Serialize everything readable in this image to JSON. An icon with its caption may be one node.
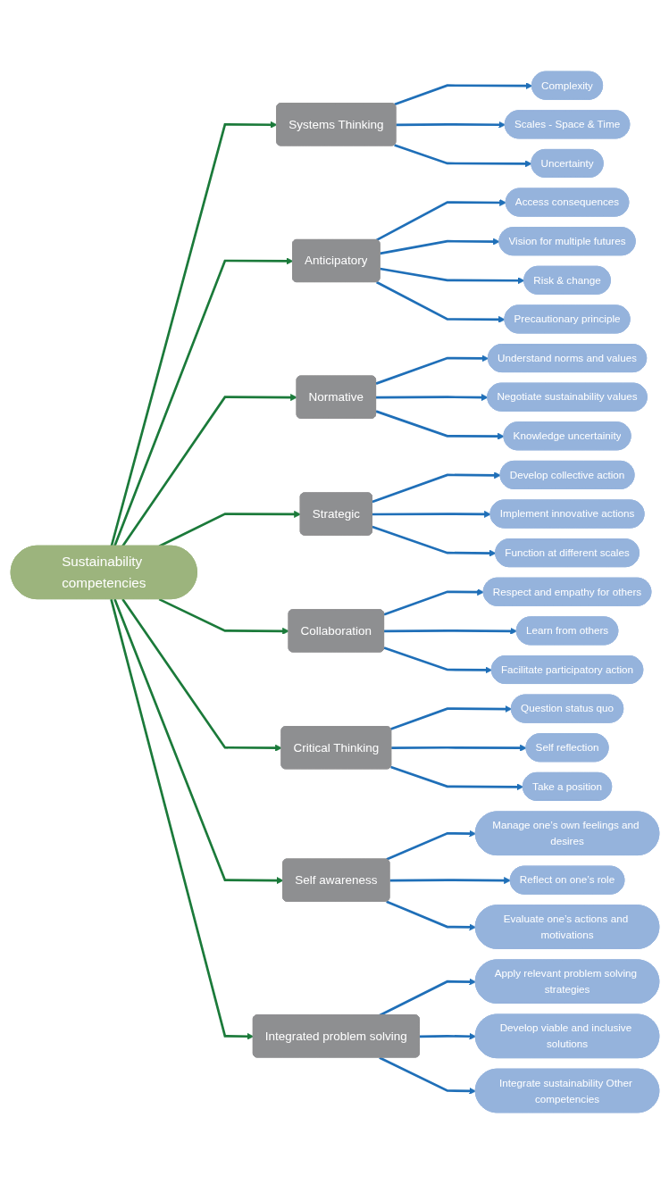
{
  "diagram": {
    "nodes": [
      {
        "text": [
          "Sustainability competencies"
        ]
      },
      {
        "text": [
          "Systems Thinking"
        ]
      },
      {
        "text": [
          "Complexity"
        ]
      },
      {
        "text": [
          "Scales - Space & Time"
        ]
      },
      {
        "text": [
          "Uncertainty"
        ]
      },
      {
        "text": [
          "Anticipatory"
        ]
      },
      {
        "text": [
          "Access consequences"
        ]
      },
      {
        "text": [
          "Vision for multiple futures"
        ]
      },
      {
        "text": [
          "Risk & change"
        ]
      },
      {
        "text": [
          "Precautionary principle"
        ]
      },
      {
        "text": [
          "Normative"
        ]
      },
      {
        "text": [
          "Understand norms and values"
        ]
      },
      {
        "text": [
          "Negotiate sustainability values"
        ]
      },
      {
        "text": [
          "Knowledge uncertainity"
        ]
      },
      {
        "text": [
          "Strategic"
        ]
      },
      {
        "text": [
          "Develop collective action"
        ]
      },
      {
        "text": [
          "Implement innovative actions"
        ]
      },
      {
        "text": [
          "Function at different scales"
        ]
      },
      {
        "text": [
          "Collaboration"
        ]
      },
      {
        "text": [
          "Respect and empathy for others"
        ]
      },
      {
        "text": [
          "Learn from others"
        ]
      },
      {
        "text": [
          "Facilitate participatory action"
        ]
      },
      {
        "text": [
          "Critical Thinking"
        ]
      },
      {
        "text": [
          "Question status quo"
        ]
      },
      {
        "text": [
          "Self reflection"
        ]
      },
      {
        "text": [
          "Take a position"
        ]
      },
      {
        "text": [
          "Self awareness"
        ]
      },
      {
        "text": [
          "Manage one’s own feelings and desires"
        ]
      },
      {
        "text": [
          "Reflect on one’s role"
        ]
      },
      {
        "text": [
          "Evaluate one’s actions and motivations"
        ]
      },
      {
        "text": [
          "Integrated problem solving"
        ]
      },
      {
        "text": [
          "Apply relevant problem solving strategies"
        ]
      },
      {
        "text": [
          "Develop viable and inclusive solutions"
        ]
      },
      {
        "text": [
          "Integrate sustainability Other competencies"
        ]
      }
    ],
    "edges": [
      {
        "from": 0,
        "to": 1,
        "arrow": "to",
        "color": "#1b7a3a"
      },
      {
        "from": 1,
        "to": 2,
        "arrow": "to"
      },
      {
        "from": 1,
        "to": 3,
        "arrow": "to"
      },
      {
        "from": 1,
        "to": 4,
        "arrow": "to"
      },
      {
        "from": 0,
        "to": 5,
        "arrow": "to",
        "color": "#1b7a3a"
      },
      {
        "from": 5,
        "to": 6,
        "arrow": "to"
      },
      {
        "from": 5,
        "to": 7,
        "arrow": "to"
      },
      {
        "from": 5,
        "to": 8,
        "arrow": "to"
      },
      {
        "from": 5,
        "to": 9,
        "arrow": "to"
      },
      {
        "from": 0,
        "to": 10,
        "arrow": "to",
        "color": "#1b7a3a"
      },
      {
        "from": 10,
        "to": 11,
        "arrow": "to"
      },
      {
        "from": 10,
        "to": 12,
        "arrow": "to"
      },
      {
        "from": 10,
        "to": 13,
        "arrow": "to"
      },
      {
        "from": 0,
        "to": 14,
        "arrow": "to",
        "color": "#1b7a3a"
      },
      {
        "from": 14,
        "to": 15,
        "arrow": "to"
      },
      {
        "from": 14,
        "to": 16,
        "arrow": "to"
      },
      {
        "from": 14,
        "to": 17,
        "arrow": "to"
      },
      {
        "from": 0,
        "to": 18,
        "arrow": "to",
        "color": "#1b7a3a"
      },
      {
        "from": 18,
        "to": 19,
        "arrow": "to"
      },
      {
        "from": 18,
        "to": 20,
        "arrow": "to"
      },
      {
        "from": 18,
        "to": 21,
        "arrow": "to"
      },
      {
        "from": 0,
        "to": 22,
        "arrow": "to",
        "color": "#1b7a3a"
      },
      {
        "from": 22,
        "to": 23,
        "arrow": "to"
      },
      {
        "from": 22,
        "to": 24,
        "arrow": "to"
      },
      {
        "from": 22,
        "to": 25,
        "arrow": "to"
      },
      {
        "from": 0,
        "to": 26,
        "arrow": "to",
        "color": "#1b7a3a"
      },
      {
        "from": 26,
        "to": 27,
        "arrow": "to"
      },
      {
        "from": 26,
        "to": 28,
        "arrow": "to"
      },
      {
        "from": 26,
        "to": 29,
        "arrow": "to"
      },
      {
        "from": 0,
        "to": 30,
        "arrow": "to",
        "color": "#1b7a3a"
      },
      {
        "from": 30,
        "to": 31,
        "arrow": "to"
      },
      {
        "from": 30,
        "to": 32,
        "arrow": "to"
      },
      {
        "from": 30,
        "to": 33,
        "arrow": "to"
      }
    ]
  }
}
